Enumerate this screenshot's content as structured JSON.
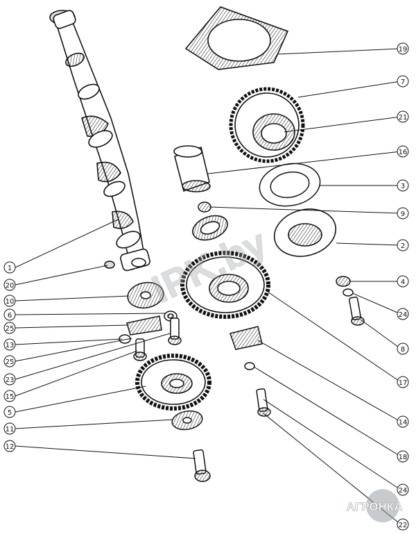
{
  "callouts_left": [
    "1",
    "20",
    "10",
    "6",
    "25",
    "13",
    "25",
    "23",
    "15",
    "5",
    "11",
    "12"
  ],
  "callouts_right": [
    "19",
    "7",
    "21",
    "16",
    "3",
    "9",
    "2",
    "4",
    "24",
    "8",
    "17",
    "14",
    "18",
    "24",
    "22"
  ],
  "watermark": {
    "center": "IPK.by",
    "corner": "АГРОНКА"
  },
  "colors": {
    "ink": "#111111",
    "paper": "#ffffff",
    "watermark": "#9aa0a6"
  }
}
